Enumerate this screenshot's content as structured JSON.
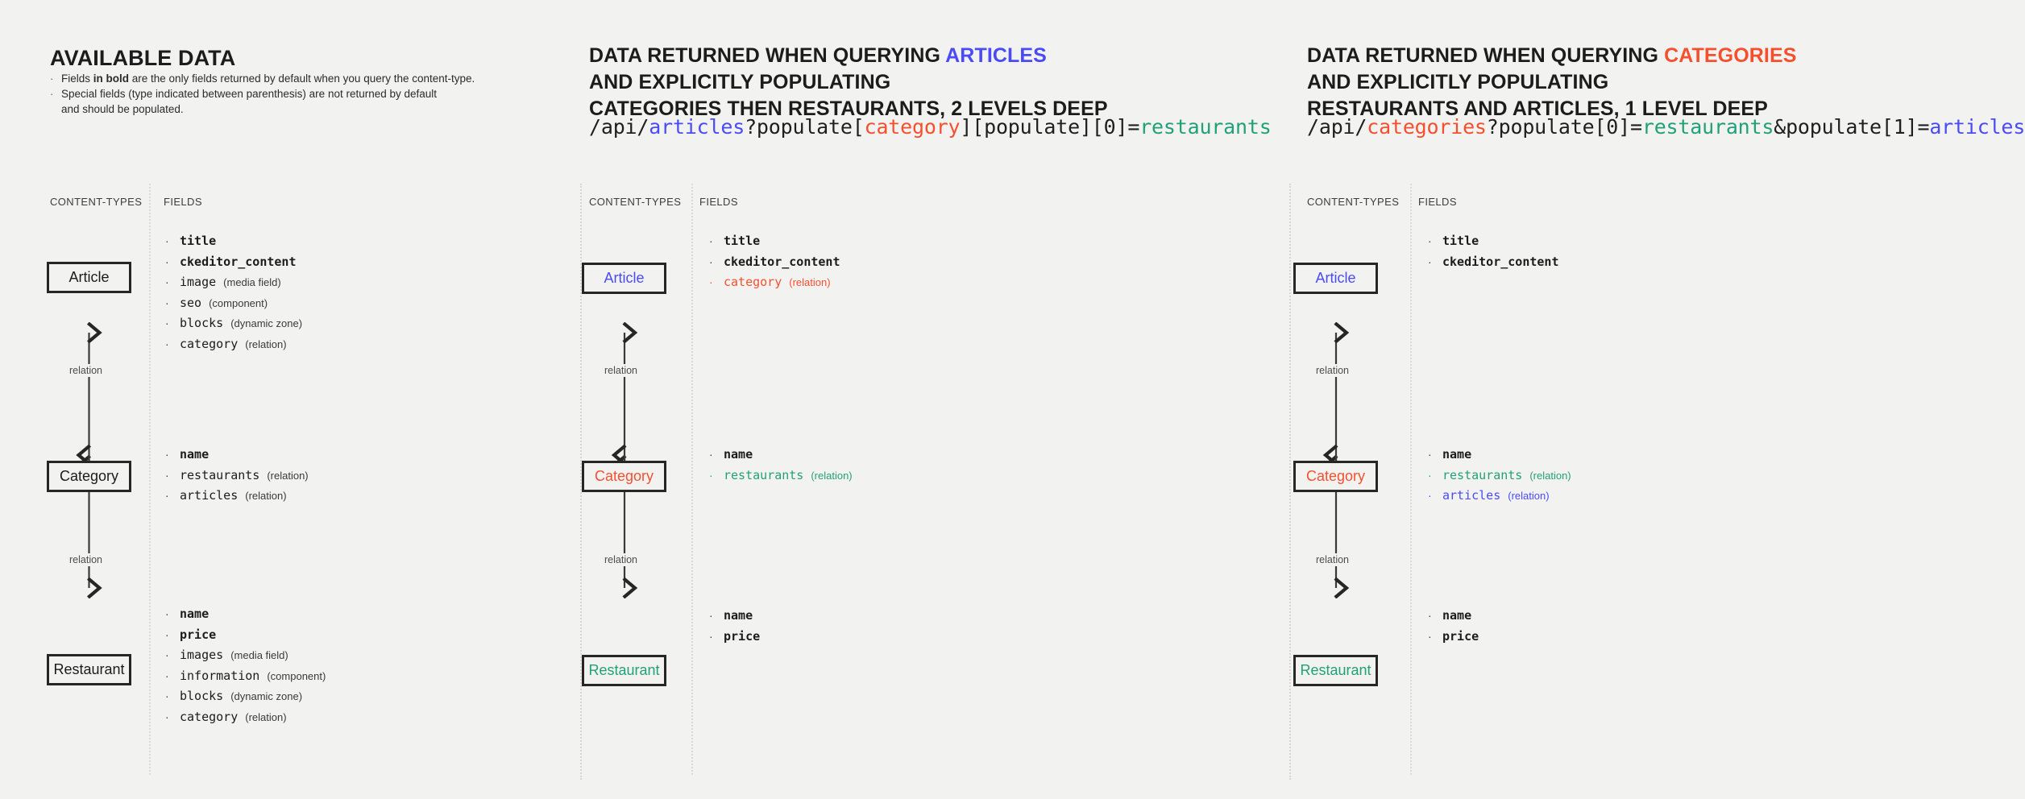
{
  "panels": [
    {
      "id": "available-data",
      "heading": {
        "prefix": "AVAILABLE DATA",
        "highlight": "",
        "line2": "",
        "line3": ""
      },
      "notes": [
        {
          "pre": "Fields ",
          "bold": "in bold",
          "post": " are the only fields returned by default when you query the content-type."
        },
        {
          "pre": "Special fields (type indicated between parenthesis) are not returned by default",
          "bold": "",
          "post": ""
        },
        {
          "pre": "and should be populated.",
          "bold": "",
          "post": "",
          "indent": true
        }
      ],
      "url": null,
      "col_labels": {
        "content_types": "CONTENT-TYPES",
        "fields": "FIELDS"
      },
      "relation_labels": [
        "relation",
        "relation"
      ],
      "nodes": [
        {
          "label": "Article",
          "color": "default"
        },
        {
          "label": "Category",
          "color": "default"
        },
        {
          "label": "Restaurant",
          "color": "default"
        }
      ],
      "groups": [
        [
          {
            "name": "title",
            "type": "",
            "bold": true,
            "color": "default"
          },
          {
            "name": "ckeditor_content",
            "type": "",
            "bold": true,
            "color": "default"
          },
          {
            "name": "image",
            "type": "(media field)",
            "bold": false,
            "color": "default"
          },
          {
            "name": "seo",
            "type": "(component)",
            "bold": false,
            "color": "default"
          },
          {
            "name": "blocks",
            "type": "(dynamic zone)",
            "bold": false,
            "color": "default"
          },
          {
            "name": "category",
            "type": "(relation)",
            "bold": false,
            "color": "default"
          }
        ],
        [
          {
            "name": "name",
            "type": "",
            "bold": true,
            "color": "default"
          },
          {
            "name": "restaurants",
            "type": "(relation)",
            "bold": false,
            "color": "default"
          },
          {
            "name": "articles",
            "type": "(relation)",
            "bold": false,
            "color": "default"
          }
        ],
        [
          {
            "name": "name",
            "type": "",
            "bold": true,
            "color": "default"
          },
          {
            "name": "price",
            "type": "",
            "bold": true,
            "color": "default"
          },
          {
            "name": "images",
            "type": "(media field)",
            "bold": false,
            "color": "default"
          },
          {
            "name": "information",
            "type": "(component)",
            "bold": false,
            "color": "default"
          },
          {
            "name": "blocks",
            "type": "(dynamic zone)",
            "bold": false,
            "color": "default"
          },
          {
            "name": "category",
            "type": "(relation)",
            "bold": false,
            "color": "default"
          }
        ]
      ]
    },
    {
      "id": "query-articles",
      "heading": {
        "prefix": "DATA RETURNED WHEN QUERYING ",
        "highlight": "ARTICLES",
        "highlight_color": "blue",
        "line2": "AND EXPLICITLY POPULATING",
        "line3": "CATEGORIES THEN RESTAURANTS, 2 LEVELS DEEP"
      },
      "notes": [],
      "url": {
        "full": "/api/articles?populate[category][populate][0]=restaurants",
        "parts": [
          {
            "text": "/api/",
            "color": "default"
          },
          {
            "text": "articles",
            "color": "blue"
          },
          {
            "text": "?populate[",
            "color": "default"
          },
          {
            "text": "category",
            "color": "red"
          },
          {
            "text": "][populate][0]=",
            "color": "default"
          },
          {
            "text": "restaurants",
            "color": "green"
          }
        ]
      },
      "col_labels": {
        "content_types": "CONTENT-TYPES",
        "fields": "FIELDS"
      },
      "relation_labels": [
        "relation",
        "relation"
      ],
      "nodes": [
        {
          "label": "Article",
          "color": "blue"
        },
        {
          "label": "Category",
          "color": "red"
        },
        {
          "label": "Restaurant",
          "color": "green"
        }
      ],
      "groups": [
        [
          {
            "name": "title",
            "type": "",
            "bold": true,
            "color": "default"
          },
          {
            "name": "ckeditor_content",
            "type": "",
            "bold": true,
            "color": "default"
          },
          {
            "name": "category",
            "type": "(relation)",
            "bold": false,
            "color": "red"
          }
        ],
        [
          {
            "name": "name",
            "type": "",
            "bold": true,
            "color": "default"
          },
          {
            "name": "restaurants",
            "type": "(relation)",
            "bold": false,
            "color": "green"
          }
        ],
        [
          {
            "name": "name",
            "type": "",
            "bold": true,
            "color": "default"
          },
          {
            "name": "price",
            "type": "",
            "bold": true,
            "color": "default"
          }
        ]
      ]
    },
    {
      "id": "query-categories",
      "heading": {
        "prefix": "DATA RETURNED WHEN QUERYING ",
        "highlight": "CATEGORIES",
        "highlight_color": "red",
        "line2": "AND EXPLICITLY POPULATING",
        "line3": "RESTAURANTS AND ARTICLES, 1 LEVEL DEEP"
      },
      "notes": [],
      "url": {
        "full": "/api/categories?populate[0]=restaurants&populate[1]=articles",
        "parts": [
          {
            "text": "/api/",
            "color": "default"
          },
          {
            "text": "categories",
            "color": "red"
          },
          {
            "text": "?populate[0]=",
            "color": "default"
          },
          {
            "text": "restaurants",
            "color": "green"
          },
          {
            "text": "&populate[1]=",
            "color": "default"
          },
          {
            "text": "articles",
            "color": "blue"
          }
        ]
      },
      "col_labels": {
        "content_types": "CONTENT-TYPES",
        "fields": "FIELDS"
      },
      "relation_labels": [
        "relation",
        "relation"
      ],
      "nodes": [
        {
          "label": "Article",
          "color": "blue"
        },
        {
          "label": "Category",
          "color": "red"
        },
        {
          "label": "Restaurant",
          "color": "green"
        }
      ],
      "groups": [
        [
          {
            "name": "title",
            "type": "",
            "bold": true,
            "color": "default"
          },
          {
            "name": "ckeditor_content",
            "type": "",
            "bold": true,
            "color": "default"
          }
        ],
        [
          {
            "name": "name",
            "type": "",
            "bold": true,
            "color": "default"
          },
          {
            "name": "restaurants",
            "type": "(relation)",
            "bold": false,
            "color": "green"
          },
          {
            "name": "articles",
            "type": "(relation)",
            "bold": false,
            "color": "blue"
          }
        ],
        [
          {
            "name": "name",
            "type": "",
            "bold": true,
            "color": "default"
          },
          {
            "name": "price",
            "type": "",
            "bold": true,
            "color": "default"
          }
        ]
      ]
    }
  ],
  "colors": {
    "background": "#f2f2f1",
    "text": "#1c1c1c",
    "blue": "#4b4bf5",
    "red": "#f4502e",
    "green": "#21a179",
    "rule": "#d9d9d7",
    "stroke": "#262626"
  },
  "layout": {
    "node_tops": [
      325,
      475,
      627
    ],
    "group_tops": [
      290,
      455,
      617
    ]
  }
}
